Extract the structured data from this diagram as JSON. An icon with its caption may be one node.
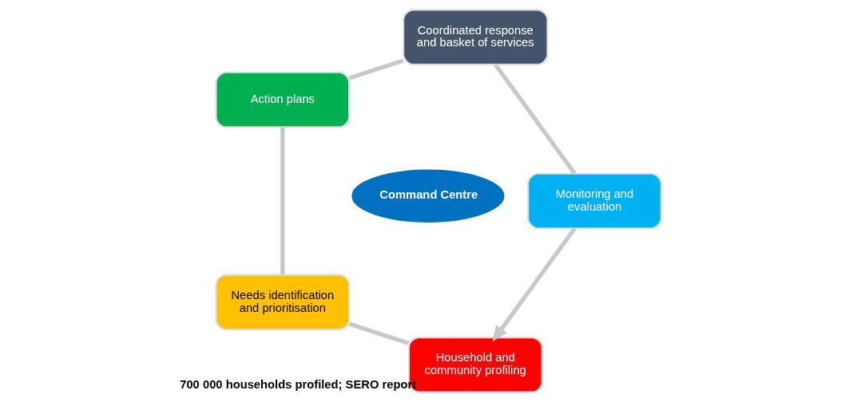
{
  "diagram": {
    "nodes": [
      {
        "text": [
          "Household and community profiling"
        ],
        "beside": [
          "700 000 households profiled; SERO report"
        ]
      },
      {
        "text": [
          "Needs identification and prioritisation"
        ]
      },
      {
        "text": [
          "Action plans"
        ]
      },
      {
        "text": [
          "Coordinated response and basket of services"
        ]
      },
      {
        "text": [
          "Monitoring and evaluation"
        ]
      },
      {
        "text": [
          "Command Centre"
        ]
      }
    ],
    "edges": [
      {
        "from": 0,
        "to": 1,
        "arrow": "none"
      },
      {
        "from": 1,
        "to": 2,
        "arrow": "none"
      },
      {
        "from": 2,
        "to": 3,
        "arrow": "none"
      },
      {
        "from": 3,
        "to": 4,
        "arrow": "none"
      },
      {
        "from": 4,
        "to": 0,
        "arrow": "to"
      }
    ]
  }
}
